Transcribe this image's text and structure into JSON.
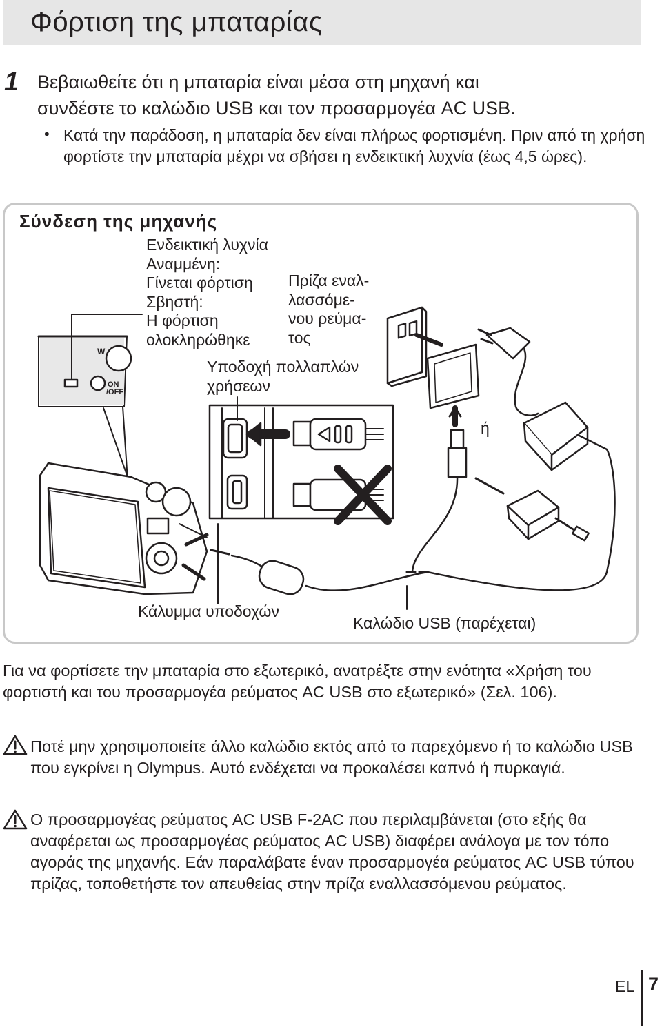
{
  "header": {
    "title": "Φόρτιση της μπαταρίας"
  },
  "step": {
    "number": "1",
    "line1": "Βεβαιωθείτε ότι η μπαταρία είναι μέσα στη μηχανή και",
    "line2": "συνδέστε το καλώδιο USB και τον προσαρμογέα AC USB.",
    "bullet": "Κατά την παράδοση, η μπαταρία δεν είναι πλήρως φορτισμένη. Πριν από τη χρήση φορτίστε την μπαταρία μέχρι να σβήσει η ενδεικτική λυχνία (έως 4,5 ώρες)."
  },
  "figure": {
    "title": "Σύνδεση της μηχανής",
    "indicator": {
      "line1": "Ενδεικτική λυχνία",
      "line2": "Αναμμένη:",
      "line3": "Γίνεται φόρτιση",
      "line4": "Σβηστή:",
      "line5": "Η φόρτιση",
      "line6": "ολοκληρώθηκε"
    },
    "outlet": {
      "line1": "Πρίζα εναλ-",
      "line2": "λασσόμε-",
      "line3": "νου ρεύμα-",
      "line4": "τος"
    },
    "multi": {
      "line1": "Υποδοχή πολλαπλών",
      "line2": "χρήσεων"
    },
    "or": "ή",
    "cover": "Κάλυμμα υποδοχών",
    "usb": "Καλώδιο USB (παρέχεται)",
    "camera_mode": "W",
    "camera_on": "ON",
    "camera_off": "/OFF"
  },
  "notes": {
    "external": "Για να φορτίσετε την μπαταρία στο εξωτερικό, ανατρέξτε στην ενότητα «Χρήση του φορτιστή και του προσαρμογέα ρεύματος AC USB στο εξωτερικό» (Σελ. 106).",
    "warning1": "Ποτέ μην χρησιμοποιείτε άλλο καλώδιο εκτός από το παρεχόμενο ή το καλώδιο USB που εγκρίνει η Olympus. Αυτό ενδέχεται να προκαλέσει καπνό ή πυρκαγιά.",
    "warning2": "Ο προσαρμογέας ρεύματος AC USB F-2AC που περιλαμβάνεται (στο εξής θα αναφέρεται ως προσαρμογέας ρεύματος AC USB) διαφέρει ανάλογα με τον τόπο αγοράς της μηχανής. Εάν παραλάβατε έναν προσαρμογέα ρεύματος AC USB τύπου πρίζας, τοποθετήστε τον απευθείας στην πρίζα εναλλασσόμενου ρεύματος."
  },
  "footer": {
    "lang": "EL",
    "page": "7"
  }
}
